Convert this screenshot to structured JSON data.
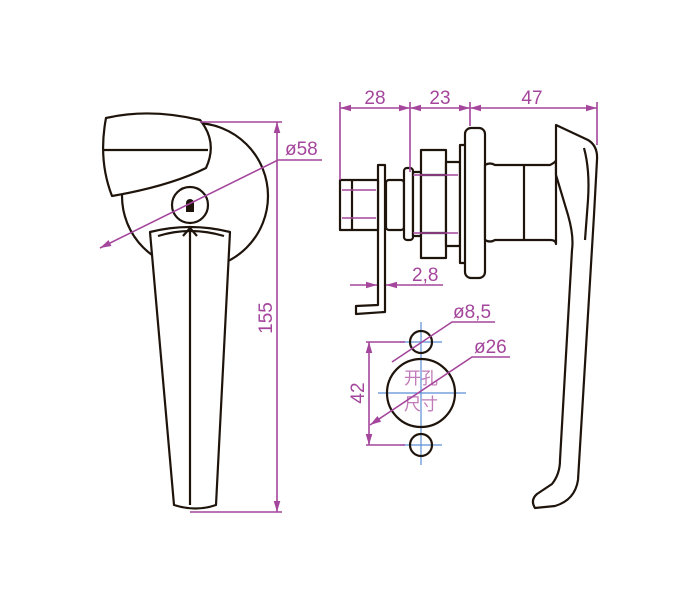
{
  "dimensions": {
    "rosette_diameter": "ø58",
    "total_height": "155",
    "depth_1": "28",
    "depth_2": "23",
    "depth_3": "47",
    "plate_thickness": "2,8",
    "small_hole": "ø8,5",
    "main_hole": "ø26",
    "hole_spacing": "42"
  },
  "cutout_label": {
    "line1": "开孔",
    "line2": "尺寸"
  },
  "colors": {
    "dimension": "#a4469c",
    "outline": "#1e140c",
    "centerline": "#5b8fd6"
  }
}
